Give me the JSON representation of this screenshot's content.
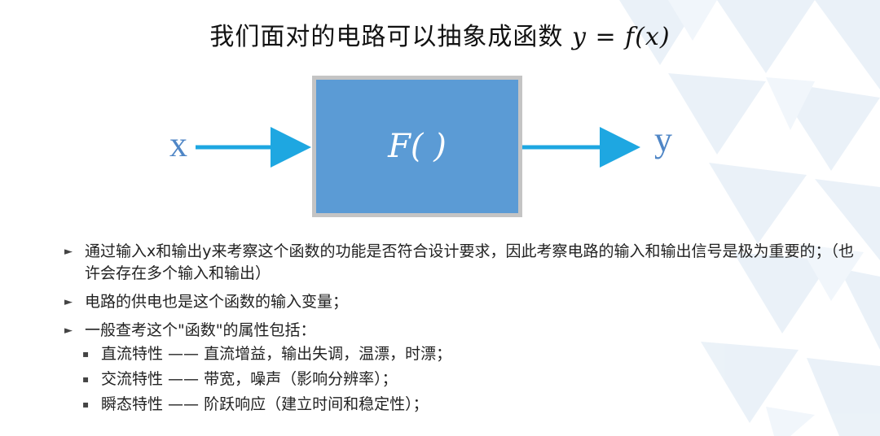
{
  "title": {
    "text": "我们面对的电路可以抽象成函数",
    "formula": "y = f(x)"
  },
  "diagram": {
    "input": "x",
    "box_label": "F( )",
    "output": "y"
  },
  "colors": {
    "arrow": "#1ea7e1",
    "box": "#5b9bd5",
    "box_border": "#c4c4c4",
    "var_text": "#4f86c6"
  },
  "bullets": [
    {
      "text": "通过输入x和输出y来考察这个函数的功能是否符合设计要求，因此考察电路的输入和输出信号是极为重要的；（也许会存在多个输入和输出）"
    },
    {
      "text": "电路的供电也是这个函数的输入变量；"
    },
    {
      "text": "一般查考这个\"函数\"的属性包括："
    }
  ],
  "sub_bullets": [
    {
      "text": "直流特性 —— 直流增益，输出失调，温漂，时漂；"
    },
    {
      "text": "交流特性 —— 带宽，噪声（影响分辨率）；"
    },
    {
      "text": "瞬态特性 —— 阶跃响应（建立时间和稳定性）；"
    }
  ]
}
